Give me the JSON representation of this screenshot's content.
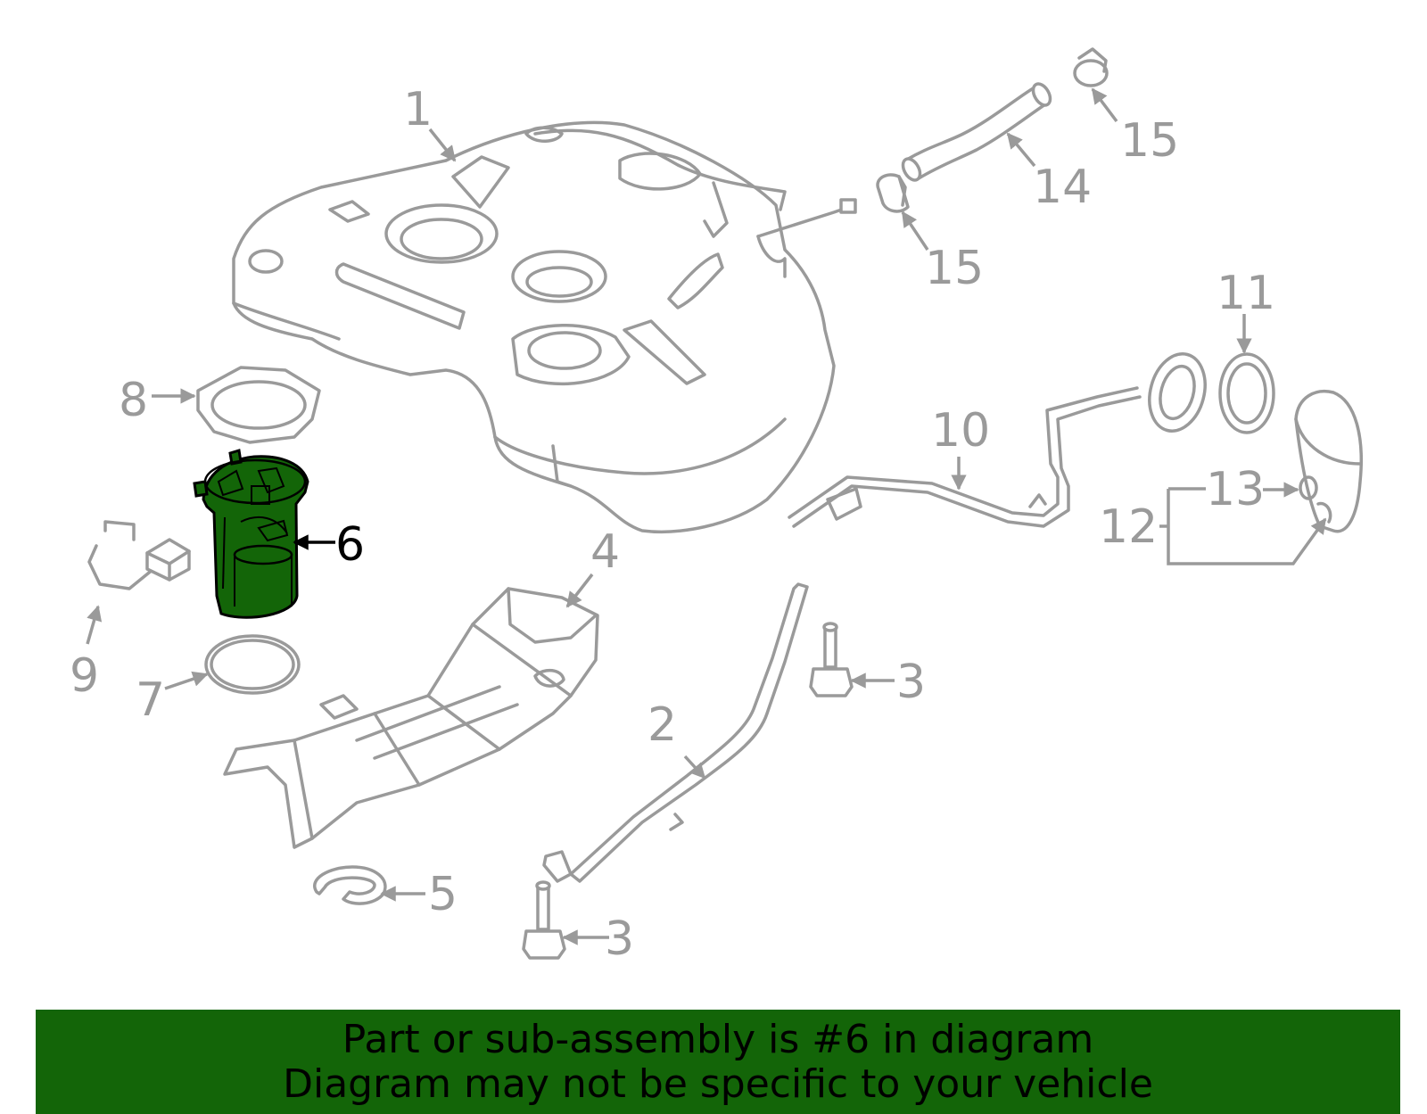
{
  "colors": {
    "highlight": "#136508",
    "outline": "#9a9a9a",
    "banner_bg": "#136508",
    "banner_text": "#000000"
  },
  "highlighted_part": "6",
  "callouts": {
    "c1": "1",
    "c2": "2",
    "c3a": "3",
    "c3b": "3",
    "c4": "4",
    "c5": "5",
    "c6": "6",
    "c7": "7",
    "c8": "8",
    "c9": "9",
    "c10": "10",
    "c11": "11",
    "c12": "12",
    "c13": "13",
    "c14": "14",
    "c15a": "15",
    "c15b": "15"
  },
  "banner": {
    "line1": "Part or sub-assembly is #6 in diagram",
    "line2": "Diagram may not be specific to your vehicle"
  }
}
